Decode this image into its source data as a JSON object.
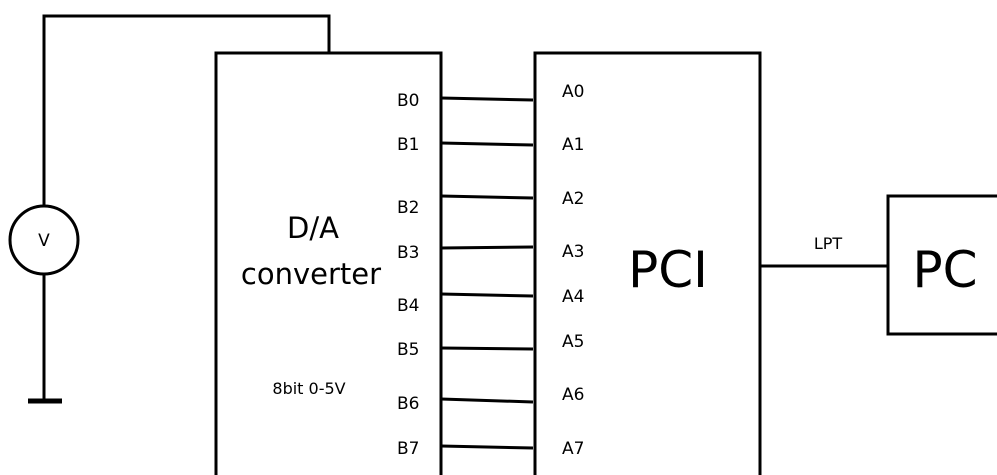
{
  "voltmeter": {
    "symbol": "V"
  },
  "converter": {
    "title_line1": "D/A",
    "title_line2": "converter",
    "spec": "8bit 0-5V"
  },
  "b_pins": [
    "B0",
    "B1",
    "B2",
    "B3",
    "B4",
    "B5",
    "B6",
    "B7"
  ],
  "a_pins": [
    "A0",
    "A1",
    "A2",
    "A3",
    "A4",
    "A5",
    "A6",
    "A7"
  ],
  "pci": {
    "label": "PCI"
  },
  "link": {
    "label": "LPT"
  },
  "pc": {
    "label": "PC"
  }
}
